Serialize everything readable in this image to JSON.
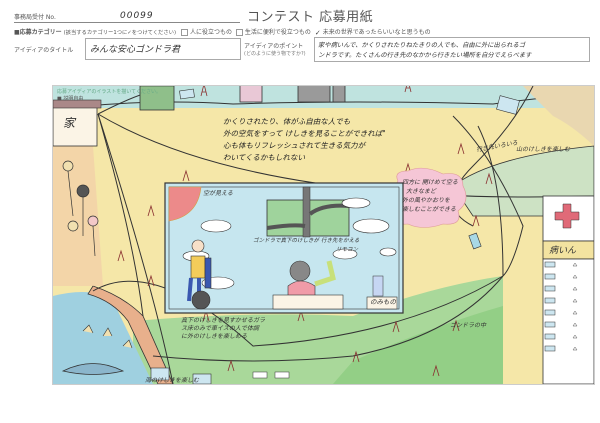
{
  "header": {
    "office_no_label": "事務局受付 No.",
    "office_no_value": "00099",
    "form_title": "コンテスト 応募用紙"
  },
  "category": {
    "label": "■応募カテゴリー",
    "instruction": "(該当するカテゴリー1つに✓をつけてください)",
    "options": [
      {
        "label": "人に役立つもの",
        "checked": false
      },
      {
        "label": "生活に便利で役立つもの",
        "checked": false
      },
      {
        "label": "未来の世界であったらいいなと思うもの",
        "checked": true
      }
    ],
    "check_mark": "✓"
  },
  "idea_title": {
    "label": "アイディアのタイトル",
    "value": "みんな安心ゴンドラ君"
  },
  "idea_point": {
    "label": "アイディアのポイント",
    "sublabel": "(どのように使う物ですか?)",
    "value_line1": "家や病いんで、かくりされたりねたきりの人でも、自由に外に出られるゴ",
    "value_line2": "ンドラです。たくさんの行き先のなかから行きたい場所を自分でえらべます"
  },
  "illustration": {
    "instruction": "応募アイディアのイラストを描いてください。",
    "section_label": "■ 説明自由",
    "house_label": "家",
    "main_caption": [
      "かくりされたり、体がふ自由な人でも",
      "外の空気をすって けしきを見ることができれば\"",
      "心も体もリフレッシュされて生きる気力が",
      "わいてくるかもしれない"
    ],
    "destinations_label": "行き先いろいろ",
    "mountain_label": "山のけしきを楽しむ",
    "side_note": [
      "四方に 開けめて空る",
      "大きなまど",
      "外の風やかおりを",
      "楽しむことができる"
    ],
    "hospital_label": "病いん",
    "window_caption_sky": "空が見える",
    "window_caption_below": "ゴンドラで真下のけしきが",
    "window_caption_remote_1": "行き先をかえる",
    "window_caption_remote_2": "リモコン",
    "drinks_label": "のみもの",
    "floor_caption": [
      "真下のけしきを見すかせるガラ",
      "ス床のみで車イスの人で体調",
      "に外のけしきを楽しめる"
    ],
    "gondola_inside_label": "ゴンドラの中",
    "sea_label": "海のけしきを楽しむ"
  },
  "colors": {
    "sky": "#bfe3df",
    "sand": "#f3e3a0",
    "grass": "#a9d89a",
    "sea": "#9fd0e0",
    "road": "#e8b08c",
    "window_bg": "#c6e6ef",
    "cross": "#e06a78",
    "pink_note": "#f5c6d6"
  }
}
